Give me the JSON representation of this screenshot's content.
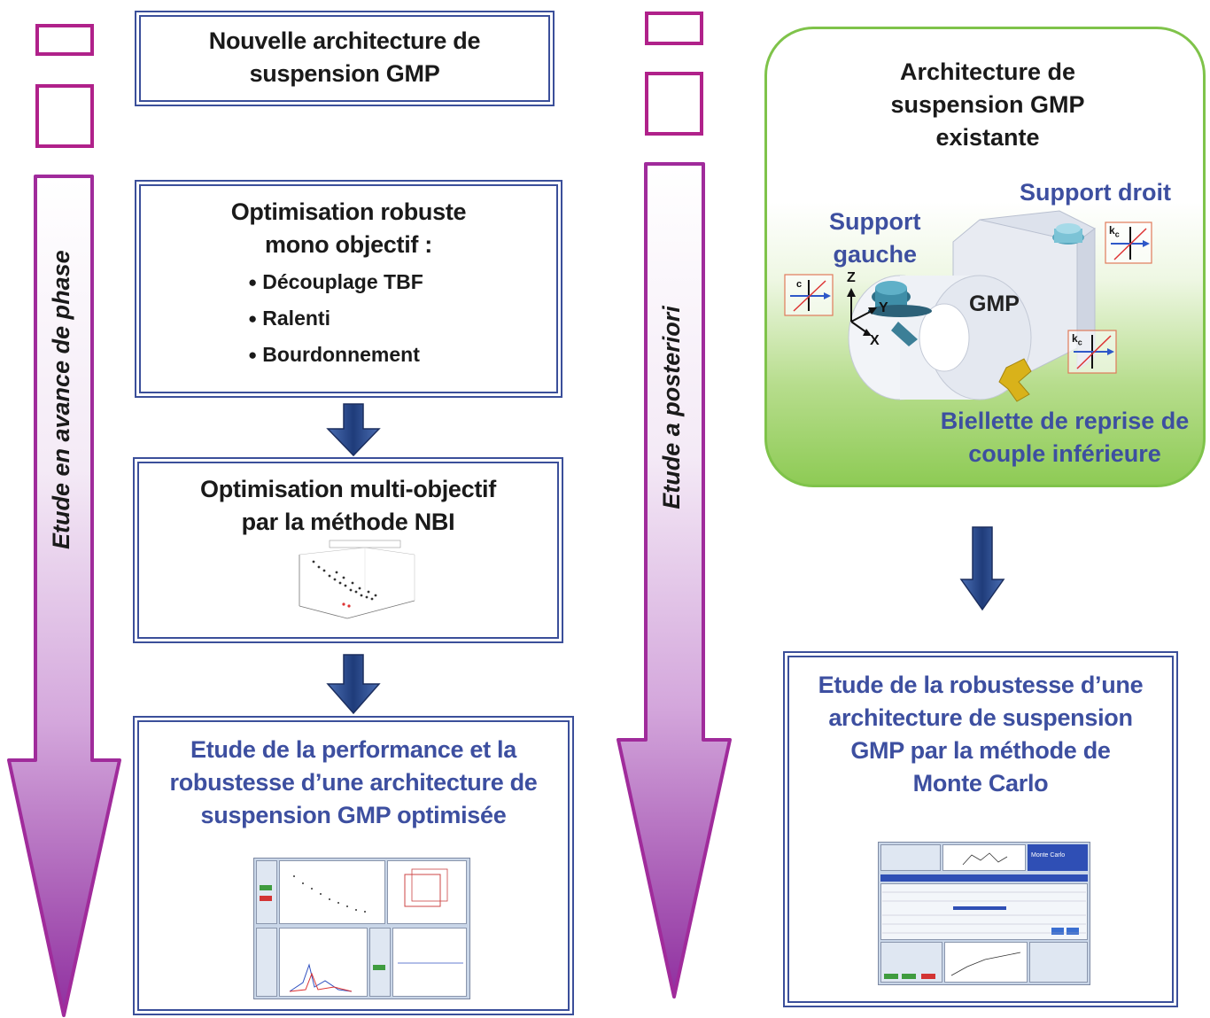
{
  "left_column": {
    "vertical_label": "Etude en avance de phase",
    "box1": {
      "line1": "Nouvelle architecture de",
      "line2": "suspension GMP"
    },
    "box2": {
      "line1": "Optimisation robuste",
      "line2": "mono objectif :",
      "bullets": [
        "Découplage TBF",
        "Ralenti",
        "Bourdonnement"
      ]
    },
    "box3": {
      "line1": "Optimisation multi-objectif",
      "line2": "par la méthode NBI"
    },
    "box4": {
      "line1": "Etude de la performance et la",
      "line2": "robustesse d’une architecture de",
      "line3": "suspension GMP optimisée"
    }
  },
  "middle_column": {
    "vertical_label_prefix": "Etude",
    "vertical_label_italic": "a posteriori"
  },
  "right_column": {
    "panel": {
      "title_line1": "Architecture de",
      "title_line2": "suspension GMP",
      "title_line3": "existante",
      "support_droit": "Support droit",
      "support_gauche_line1": "Support",
      "support_gauche_line2": "gauche",
      "gmp": "GMP",
      "axis_z": "Z",
      "axis_y": "Y",
      "axis_x": "X",
      "kc": "k",
      "kc_sub": "c",
      "c": "c",
      "biellette_line1": "Biellette de reprise de",
      "biellette_line2": "couple inférieure"
    },
    "bottom_box": {
      "line1": "Etude de la robustesse d’une",
      "line2": "architecture de suspension",
      "line3": "GMP par la méthode de",
      "line4": "Monte Carlo",
      "thumb_label": "Monte Carlo"
    }
  },
  "colors": {
    "box_border": "#3b4f9a",
    "blue_text": "#3d4fa0",
    "arrow_fill": "#2f4f8f",
    "purple_gradient_end": "#9a3aa8",
    "green_panel": "#8ecb55",
    "small_box_border": "#b0218a"
  }
}
